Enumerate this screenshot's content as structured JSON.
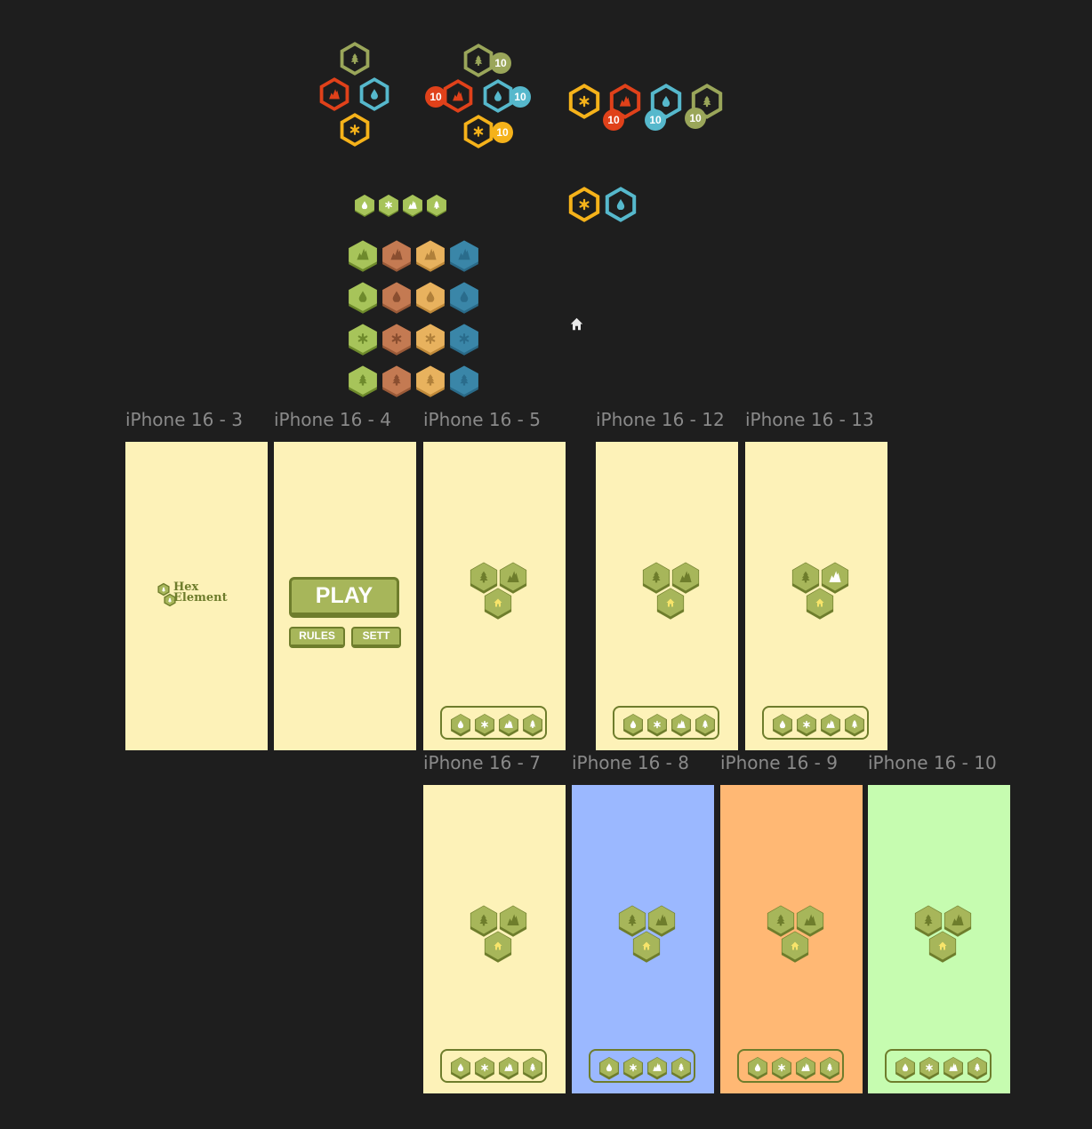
{
  "canvas": {
    "background": "#1e1e1e"
  },
  "colors": {
    "forest": "#9aa65a",
    "mountain": "#e0411a",
    "water": "#56b8cc",
    "sun": "#f5b21a",
    "tile_green": "#a7b65a",
    "tile_green_dark": "#6e7d2c",
    "house_yellow": "#f7e46a",
    "frame_cream": "#fdf2b8",
    "frame_blue": "#9bb8ff",
    "frame_orange": "#ffb874",
    "frame_green": "#c6fcb0"
  },
  "components": {
    "outline_cluster": {
      "items": [
        "tree-icon",
        "mountain-icon",
        "water-drop-icon",
        "snowflake-icon"
      ]
    },
    "badge_cluster": {
      "badge_value": "10",
      "items": [
        "tree-icon",
        "mountain-icon",
        "water-drop-icon",
        "snowflake-icon"
      ]
    },
    "badge_row": {
      "badge_value": "10",
      "items": [
        "snowflake-icon",
        "mountain-icon",
        "water-drop-icon",
        "tree-icon"
      ]
    },
    "pair_row": {
      "items": [
        "snowflake-icon",
        "water-drop-icon"
      ]
    },
    "mini_row": {
      "items": [
        "water-drop-icon",
        "snowflake-icon",
        "mountain-icon",
        "tree-icon"
      ]
    },
    "palette_grid": {
      "columns": [
        "green",
        "brown",
        "tan",
        "blue"
      ],
      "rows": [
        "mountain-icon",
        "water-drop-icon",
        "snowflake-icon",
        "tree-icon"
      ]
    },
    "home_icon": "home-icon"
  },
  "frames": [
    {
      "id": "3",
      "label": "iPhone 16 - 3",
      "background": "#fdf2b8",
      "content": "logo"
    },
    {
      "id": "4",
      "label": "iPhone 16 - 4",
      "background": "#fdf2b8",
      "content": "menu"
    },
    {
      "id": "5",
      "label": "iPhone 16 - 5",
      "background": "#fdf2b8",
      "content": "game"
    },
    {
      "id": "12",
      "label": "iPhone 16 - 12",
      "background": "#fdf2b8",
      "content": "game"
    },
    {
      "id": "13",
      "label": "iPhone 16 - 13",
      "background": "#fdf2b8",
      "content": "game-snow"
    },
    {
      "id": "7",
      "label": "iPhone 16 - 7",
      "background": "#fdf2b8",
      "content": "game"
    },
    {
      "id": "8",
      "label": "iPhone 16 - 8",
      "background": "#9bb8ff",
      "content": "game"
    },
    {
      "id": "9",
      "label": "iPhone 16 - 9",
      "background": "#ffb874",
      "content": "game"
    },
    {
      "id": "10",
      "label": "iPhone 16 - 10",
      "background": "#c6fcb0",
      "content": "game"
    }
  ],
  "logo": {
    "line1": "Hex",
    "line2": "Element"
  },
  "menu": {
    "play_label": "PLAY",
    "rules_label": "RULES",
    "settings_label": "SETT"
  }
}
